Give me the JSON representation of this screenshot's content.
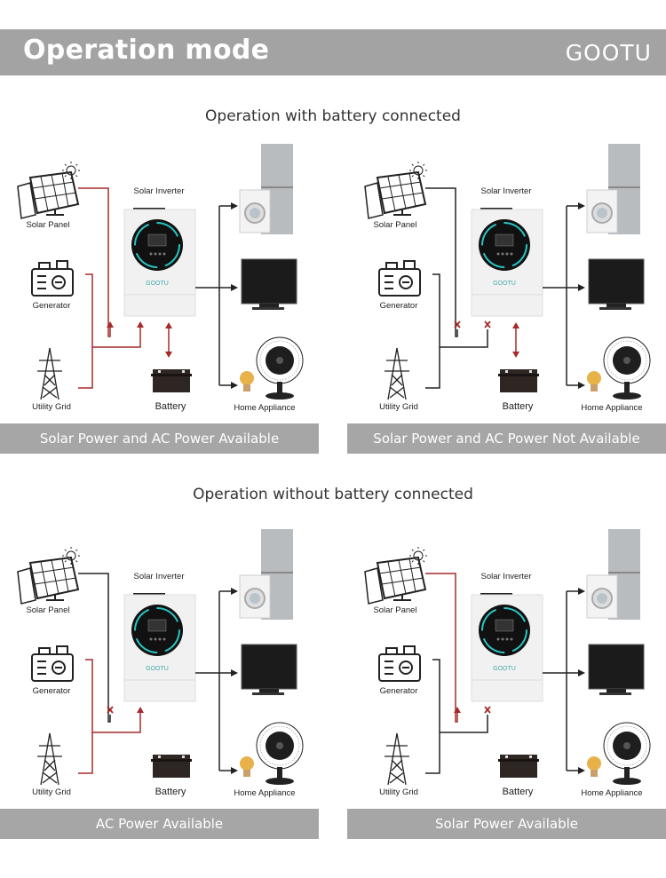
{
  "header": {
    "title": "Operation mode",
    "logo": "GOOTU"
  },
  "sections": [
    {
      "title": "Operation with battery connected"
    },
    {
      "title": "Operation without battery connected"
    }
  ],
  "labels": {
    "solar_panel": "Solar Panel",
    "generator": "Generator",
    "utility_grid": "Utility Grid",
    "solar_inverter": "Solar Inverter",
    "battery": "Battery",
    "home_appliance": "Home Appliance",
    "inverter_brand": "GOOTU"
  },
  "panels": [
    {
      "caption": "Solar Power and AC Power Available",
      "battery_connected": true,
      "solar_input": "available",
      "ac_input": "available"
    },
    {
      "caption": "Solar Power and AC Power Not Available",
      "battery_connected": true,
      "solar_input": "unavailable",
      "ac_input": "unavailable"
    },
    {
      "caption": "AC Power Available",
      "battery_connected": false,
      "solar_input": "unavailable",
      "ac_input": "available"
    },
    {
      "caption": "Solar Power Available",
      "battery_connected": false,
      "solar_input": "available",
      "ac_input": "unavailable"
    }
  ],
  "colors": {
    "active_line": "#a52a2a",
    "inactive_line": "#222222",
    "header_bg": "#a3a3a3",
    "caption_bg": "#a6a6a6",
    "inverter_ring": "#29c4c4"
  }
}
